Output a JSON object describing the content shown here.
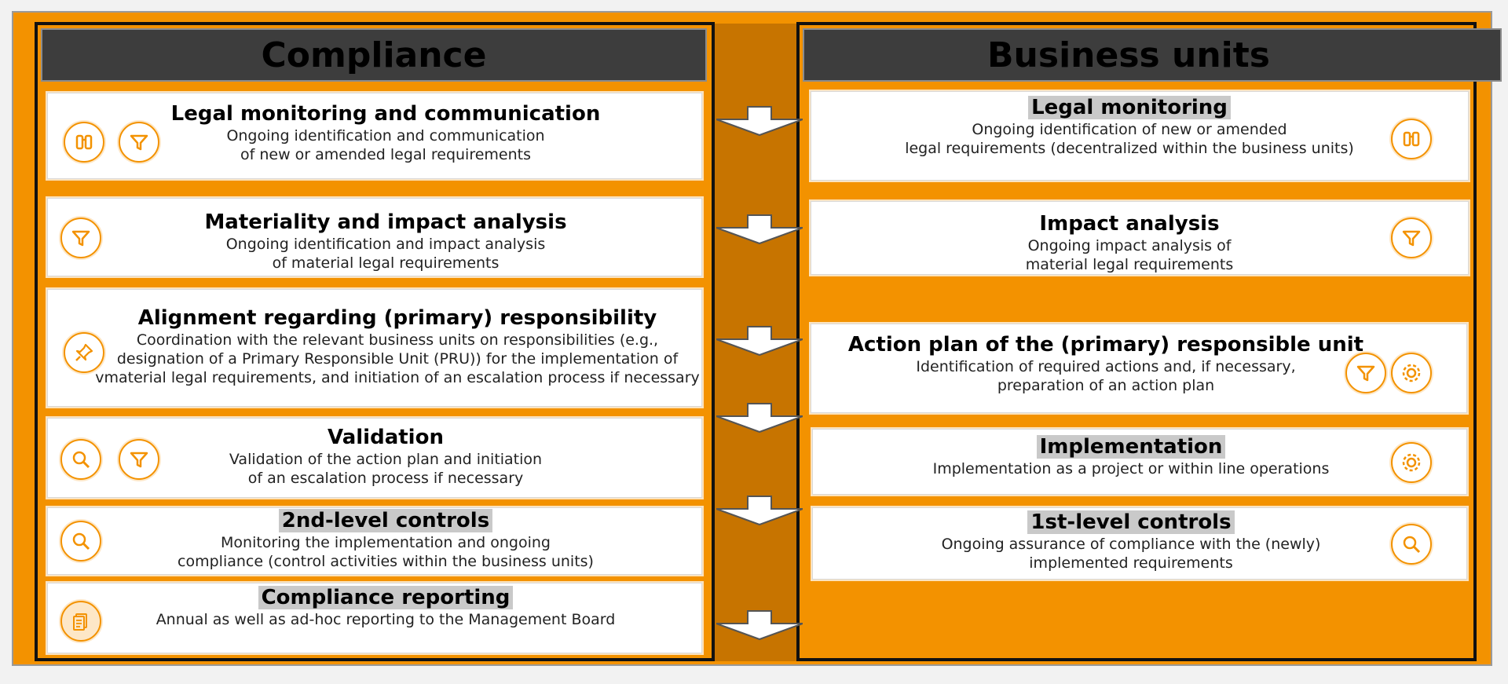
{
  "left_panel": {
    "title": "Compliance",
    "boxes": [
      {
        "title": "Legal monitoring and communication",
        "desc": "Ongoing identification and communication\nof new or amended legal requirements",
        "icons": [
          "binoculars-icon",
          "funnel-icon"
        ]
      },
      {
        "title": "Materiality and impact analysis",
        "desc": "Ongoing identification and impact analysis\nof material legal requirements",
        "icons": [
          "funnel-icon"
        ]
      },
      {
        "title": "Alignment regarding (primary) responsibility",
        "desc": "Coordination with the relevant business units on responsibilities (e.g.,\ndesignation of a Primary Responsible Unit (PRU)) for the implementation of\nvmaterial legal requirements, and initiation of an escalation process if necessary",
        "icons": [
          "pushpin-icon"
        ]
      },
      {
        "title": "Validation",
        "desc": "Validation of the action plan and initiation\nof an escalation process if necessary",
        "icons": [
          "magnifier-icon",
          "funnel-icon"
        ]
      },
      {
        "title": "2nd-level controls",
        "desc": "Monitoring the implementation and ongoing\ncompliance (control activities within the business units)",
        "icons": [
          "magnifier-icon"
        ]
      },
      {
        "title": "Compliance reporting",
        "desc": "Annual as well as ad-hoc reporting to the Management Board",
        "icons": [
          "document-icon"
        ]
      }
    ]
  },
  "right_panel": {
    "title": "Business units",
    "boxes": [
      {
        "title": "Legal monitoring",
        "desc": "Ongoing identification of new or amended\nlegal requirements (decentralized within the business units)",
        "icons": [
          "binoculars-icon"
        ]
      },
      {
        "title": "Impact analysis",
        "desc": "Ongoing impact analysis of\nmaterial legal requirements",
        "icons": [
          "funnel-icon"
        ]
      },
      {
        "title": "Action plan of the (primary) responsible unit",
        "desc": "Identification of required actions and, if necessary,\npreparation of an action plan",
        "icons": [
          "funnel-icon",
          "gear-icon"
        ]
      },
      {
        "title": "Implementation",
        "desc": "Implementation as a project or within line operations",
        "icons": [
          "gear-icon"
        ]
      },
      {
        "title": "1st-level controls",
        "desc": "Ongoing assurance of compliance with the (newly)\nimplemented requirements",
        "icons": [
          "magnifier-icon"
        ]
      }
    ]
  },
  "colors": {
    "orange": "#f39200",
    "dark_orange": "#c77400",
    "header": "#3d3d3d",
    "highlight": "#c9c9c9"
  }
}
